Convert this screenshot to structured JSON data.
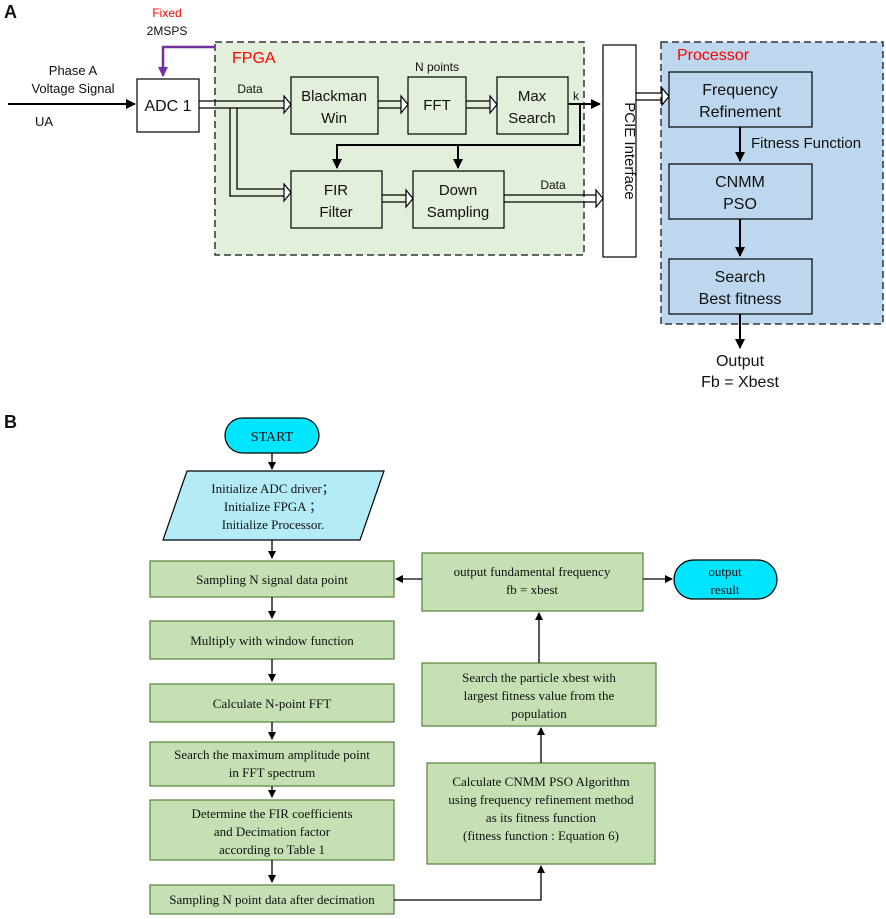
{
  "panel_a": {
    "label": "A",
    "input_line1": "Phase A",
    "input_line2": "Voltage Signal",
    "input_name": "UA",
    "clock_fixed": "Fixed",
    "clock_rate": "2MSPS",
    "adc": "ADC 1",
    "data_label": "Data",
    "fpga_title": "FPGA",
    "npoints": "N points",
    "blackman_l1": "Blackman",
    "blackman_l2": "Win",
    "fft": "FFT",
    "max_l1": "Max",
    "max_l2": "Search",
    "k_label": "k",
    "fir_l1": "FIR",
    "fir_l2": "Filter",
    "down_l1": "Down",
    "down_l2": "Sampling",
    "data_out_label": "Data",
    "pcie": "PCIE Interface",
    "processor_title": "Processor",
    "freq_l1": "Frequency",
    "freq_l2": "Refinement",
    "fitness_label": "Fitness Function",
    "cnmm_l1": "CNMM",
    "cnmm_l2": "PSO",
    "search_l1": "Search",
    "search_l2": "Best fitness",
    "output_l1": "Output",
    "output_l2": "Fb = Xbest",
    "colors": {
      "fpga_fill": "#e2efda",
      "processor_fill": "#bdd7ee",
      "red_title": "#ff0000",
      "clock_line": "#7030a0"
    }
  },
  "panel_b": {
    "label": "B",
    "start": "START",
    "init_l1": "Initialize ADC driver；",
    "init_l2": "Initialize FPGA ；",
    "init_l3": "Initialize Processor.",
    "sampling": "Sampling N signal data point",
    "multiply": "Multiply with window function",
    "calc_fft": "Calculate N-point FFT",
    "search_max_l1": "Search the maximum amplitude point",
    "search_max_l2": "in FFT spectrum",
    "fir_l1": "Determine the FIR coefficients",
    "fir_l2": "and Decimation factor",
    "fir_l3": "according to Table 1",
    "sampling2": "Sampling N point data after decimation",
    "cnmm_l1": "Calculate CNMM PSO Algorithm",
    "cnmm_l2": "using frequency refinement method",
    "cnmm_l3": "as its fitness function",
    "cnmm_l4": "(fitness function : Equation 6)",
    "search_best_l1": "Search the particle xbest with",
    "search_best_l2": "largest fitness value from the",
    "search_best_l3": "population",
    "outfreq_l1": "output fundamental frequency",
    "outfreq_l2": "fb = xbest",
    "result_l1": "output",
    "result_l2": "result",
    "colors": {
      "terminal_fill": "#00e5ff",
      "io_fill": "#b3ecf7",
      "process_fill": "#c5e0b4",
      "process_stroke": "#548235"
    }
  }
}
